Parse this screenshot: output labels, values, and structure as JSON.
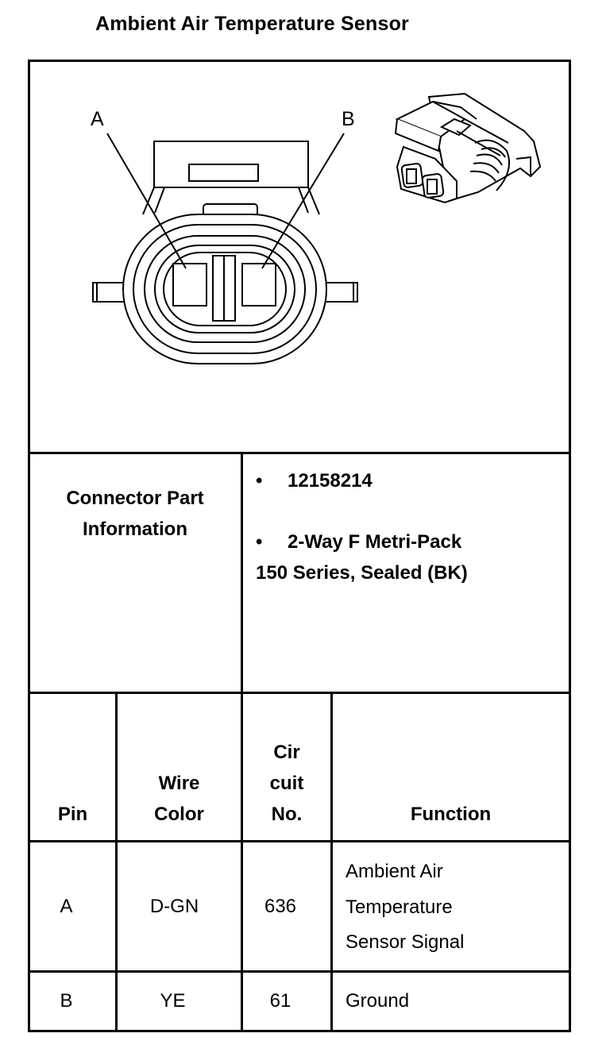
{
  "title": "Ambient Air Temperature Sensor",
  "diagram": {
    "terminal_a_label": "A",
    "terminal_b_label": "B"
  },
  "connector_info": {
    "label_lines": [
      "Connector Part",
      "Information"
    ],
    "bullets": [
      {
        "lines": [
          "12158214"
        ]
      },
      {
        "lines": [
          "2-Way F Metri-Pack",
          "150 Series, Sealed (BK)"
        ]
      }
    ]
  },
  "pin_table": {
    "headers": {
      "pin": [
        "Pin"
      ],
      "wire_color": [
        "Wire",
        "Color"
      ],
      "circuit_no": [
        "Cir",
        "cuit",
        "No."
      ],
      "function": [
        "Function"
      ]
    },
    "rows": [
      {
        "pin": "A",
        "wire_color": "D-GN",
        "circuit_no": "636",
        "function": [
          "Ambient Air",
          "Temperature",
          "Sensor Signal"
        ]
      },
      {
        "pin": "B",
        "wire_color": "YE",
        "circuit_no": "61",
        "function": [
          "Ground"
        ]
      }
    ]
  }
}
